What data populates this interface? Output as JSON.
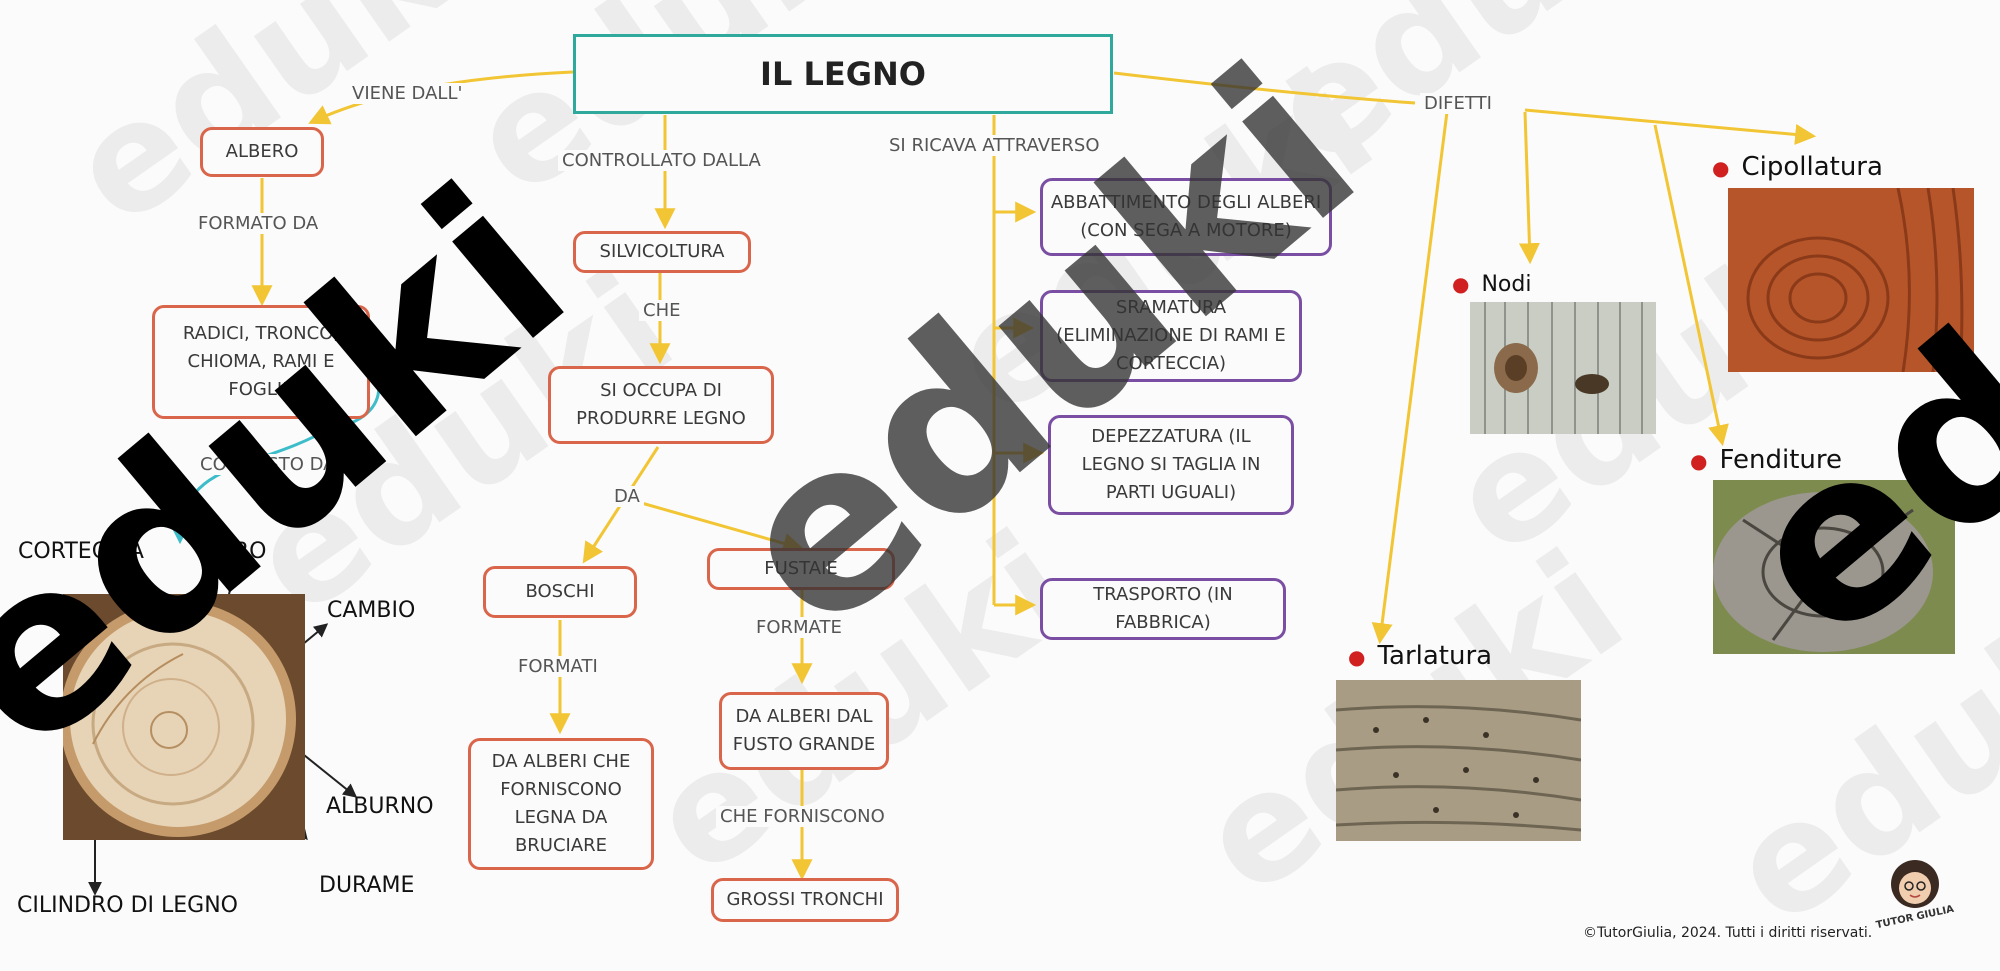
{
  "title": "IL LEGNO",
  "nodes": {
    "albero": "ALBERO",
    "radici": "RADICI, TRONCO, CHIOMA, RAMI E FOGLIE",
    "silvicoltura": "SILVICOLTURA",
    "occupa": "SI OCCUPA DI PRODURRE LEGNO",
    "boschi": "BOSCHI",
    "fustaie": "FUSTAIE",
    "alberi_legna": "DA ALBERI CHE FORNISCONO LEGNA DA BRUCIARE",
    "alberi_fusto": "DA ALBERI DAL FUSTO GRANDE",
    "tronchi": "GROSSI TRONCHI",
    "abbattimento": "ABBATTIMENTO DEGLI ALBERI (CON SEGA A MOTORE)",
    "sramatura": "SRAMATURA (ELIMINAZIONE DI RAMI E CORTECCIA)",
    "depezzatura": "DEPEZZATURA (IL LEGNO SI TAGLIA IN PARTI UGUALI)",
    "trasporto": "TRASPORTO (IN FABBRICA)"
  },
  "labels": {
    "viene": "VIENE DALL'",
    "formato": "FORMATO DA",
    "composto": "COMPOSTO DA",
    "controllato": "CONTROLLATO DALLA",
    "che": "CHE",
    "da": "DA",
    "formati": "FORMATI",
    "formate": "FORMATE",
    "che_forniscono": "CHE FORNISCONO",
    "ricava": "SI RICAVA ATTRAVERSO",
    "difetti": "DIFETTI"
  },
  "parts": {
    "corteccia": "CORTECCIA",
    "libro": "LIBRO",
    "cambio": "CAMBIO",
    "alburno": "ALBURNO",
    "durame": "DURAME",
    "cilindro": "CILINDRO DI LEGNO"
  },
  "defects": {
    "cipollatura": "Cipollatura",
    "nodi": "Nodi",
    "fenditure": "Fenditure",
    "tarlatura": "Tarlatura"
  },
  "watermark": "eduki",
  "mascot_text": "TUTOR GIULIA",
  "copyright": "©TutorGiulia, 2024. Tutti i diritti riservati.",
  "colors": {
    "title_border": "#2fa99b",
    "red_border": "#d9654a",
    "purple_border": "#7a4fa3",
    "arrow": "#f2c534",
    "loop": "#3dbdc9"
  },
  "icons": [
    "wood-slice-photo",
    "wood-knot-photo",
    "wood-cipollatura-photo",
    "wood-crack-photo",
    "wood-worm-photo",
    "tutor-giulia-mascot"
  ]
}
